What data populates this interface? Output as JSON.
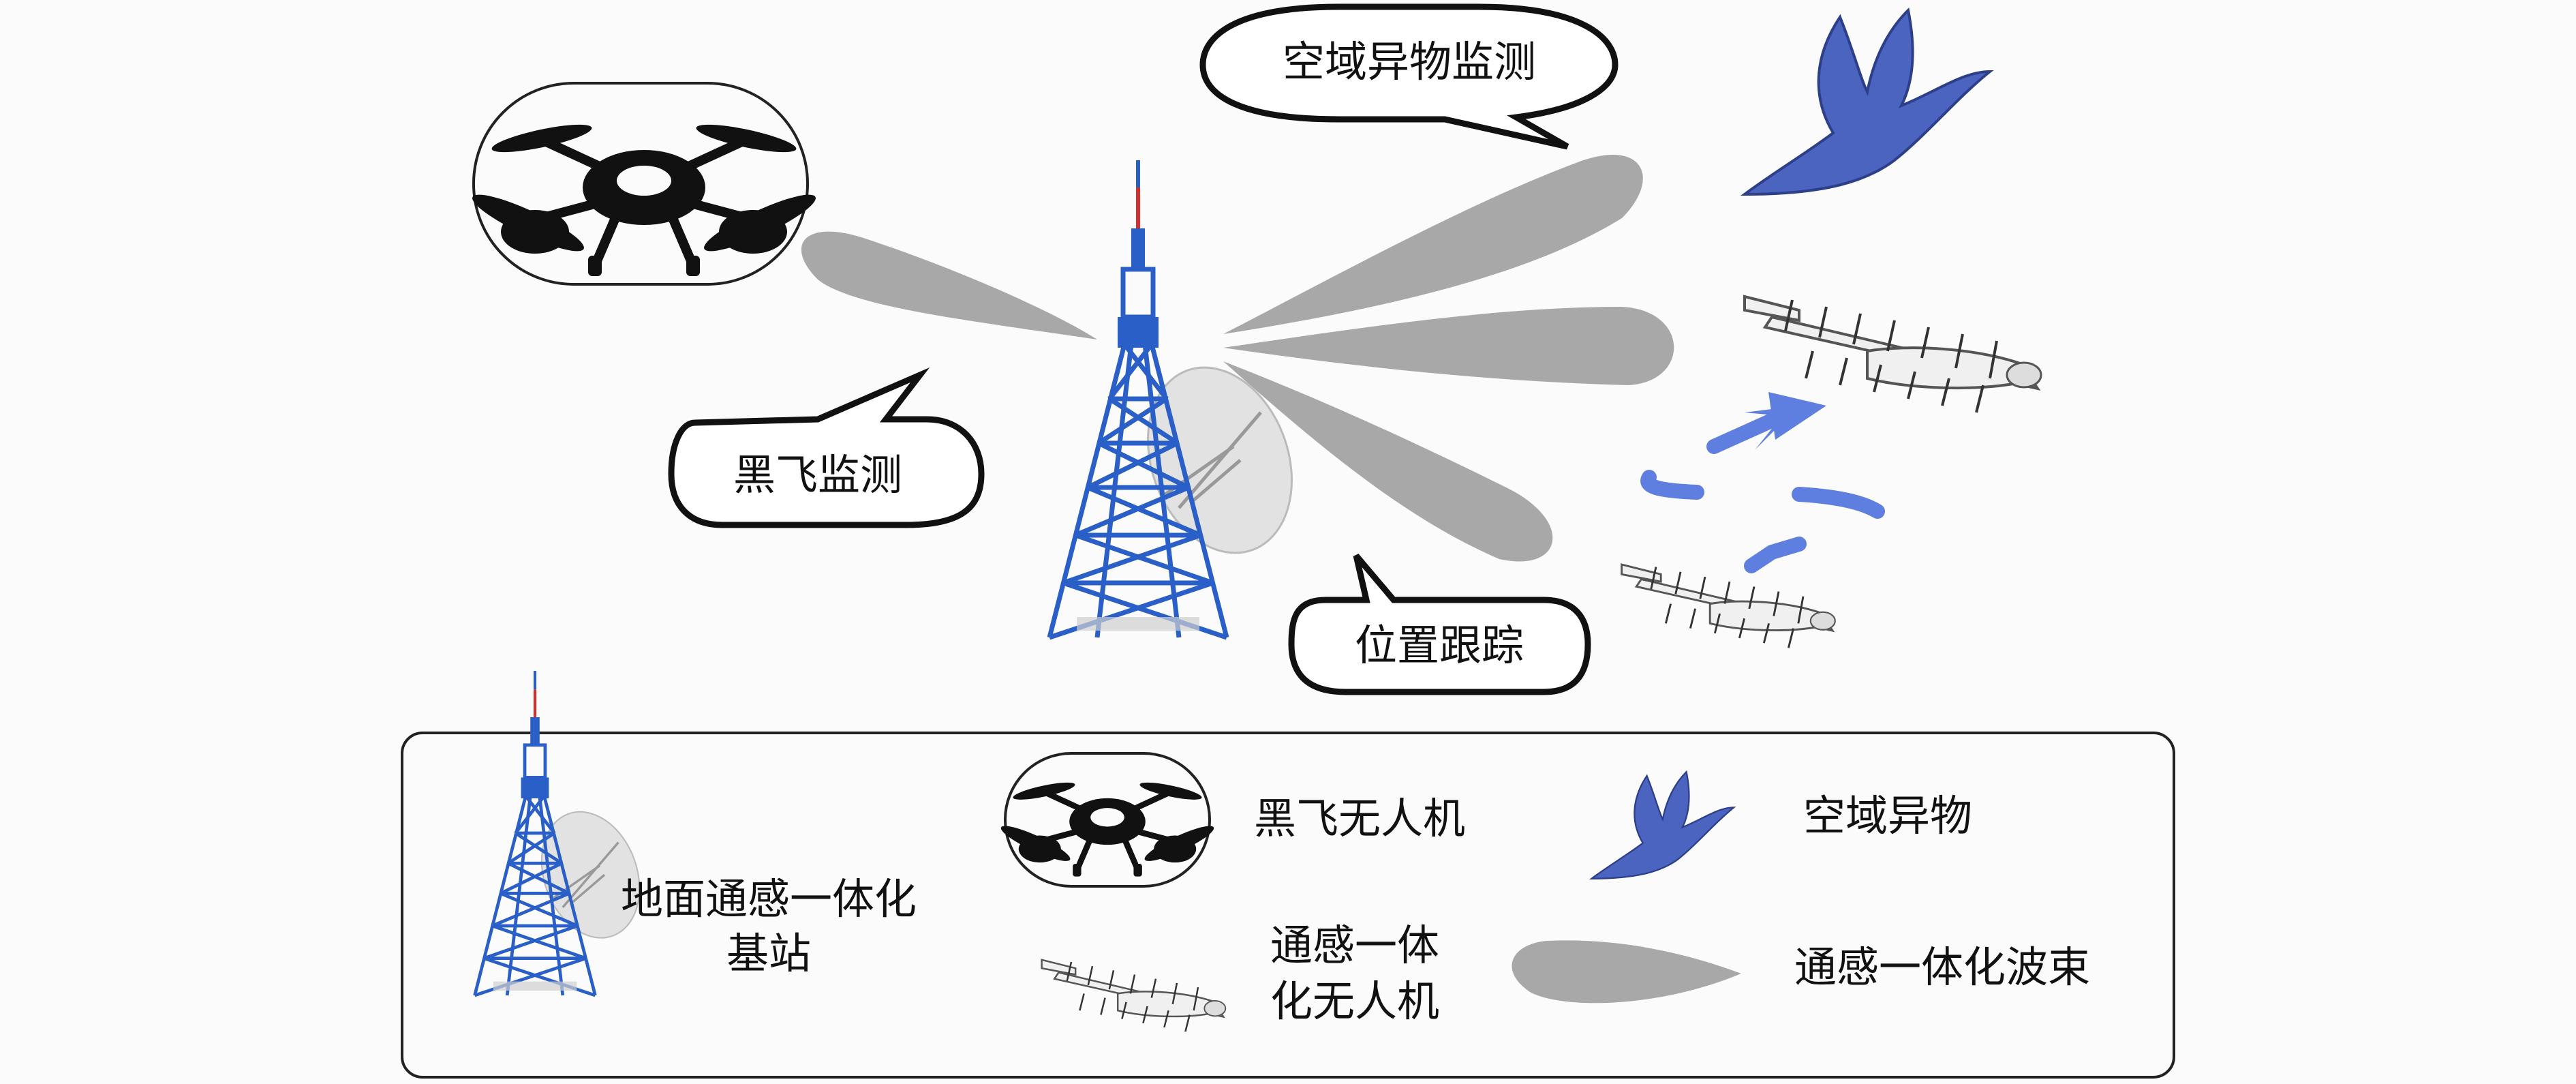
{
  "callouts": {
    "airspace_monitoring": "空域异物监测",
    "black_flight_monitoring": "黑飞监测",
    "position_tracking": "位置跟踪"
  },
  "legend": {
    "base_station": [
      "地面通感一体化",
      "基站"
    ],
    "black_flight_drone": "黑飞无人机",
    "airspace_foreign_object": "空域异物",
    "isac_drone": [
      "通感一体",
      "化无人机"
    ],
    "isac_beam": "通感一体化波束"
  },
  "colors": {
    "tower_blue": "#2a5fc8",
    "bird_blue": "#4a64c0",
    "beam_gray": "#a8a8a8",
    "arrow_blue": "#5f7fe0",
    "drone_black": "#111111"
  }
}
